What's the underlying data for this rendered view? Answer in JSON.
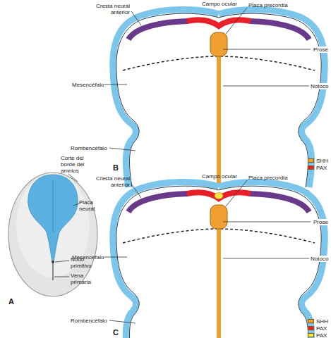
{
  "diagram": {
    "labels": [
      "Corte del borde del amnios",
      "Placa neural",
      "Nodo primitivo",
      "Vena primaria",
      "A",
      "Cresta neural anterior",
      "Campo ocular",
      "Placa precordia",
      "Prose",
      "Mesencéfalo",
      "Notoco",
      "Rombencéfalo",
      "B",
      "Campo ocular",
      "Cresta neural anterior",
      "Placa precordia",
      "Prose",
      "Notoco",
      "Mesencéfalo",
      "Rombencéfalo",
      "C"
    ],
    "legend": [
      {
        "text": "SHH",
        "color": "#f0a030"
      },
      {
        "text": "PAX",
        "color": "#e8202a"
      },
      {
        "text": "SHH",
        "color": "#f0a030"
      },
      {
        "text": "PAX",
        "color": "#e8202a"
      },
      {
        "text": "PAX",
        "color": "#f5e63a"
      }
    ]
  }
}
